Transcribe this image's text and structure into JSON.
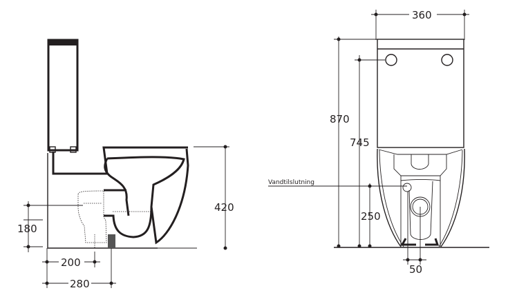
{
  "side_view": {
    "dimensions": {
      "height_seat": "420",
      "inlet_height": "180",
      "inlet_offset": "200",
      "outlet_offset": "280"
    }
  },
  "front_view": {
    "dimensions": {
      "width": "360",
      "total_height": "870",
      "button_height": "745",
      "water_connection_height": "250",
      "water_connection_offset": "50"
    },
    "labels": {
      "water_connection": "Vandtilslutning"
    }
  }
}
